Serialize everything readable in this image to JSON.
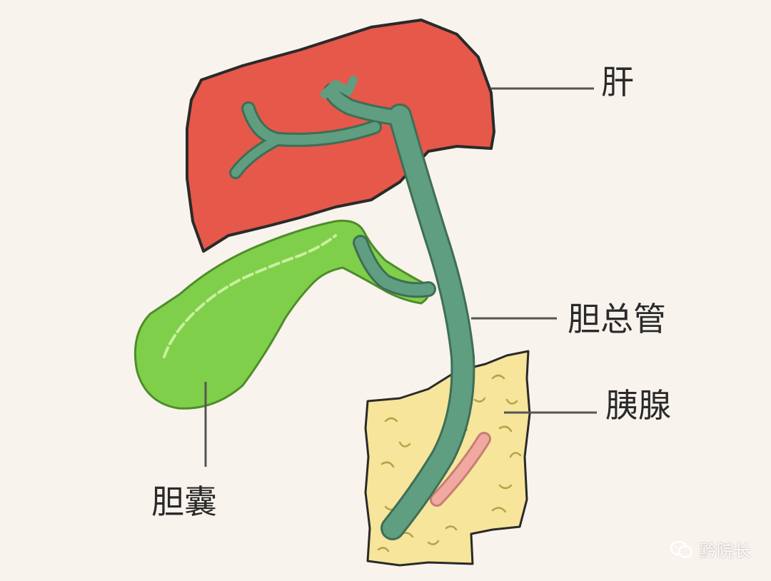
{
  "labels": {
    "liver": "肝",
    "common_bile_duct": "胆总管",
    "pancreas": "胰腺",
    "gallbladder": "胆囊"
  },
  "watermark": {
    "text": "黔院长",
    "icon": "wechat-icon"
  },
  "colors": {
    "background": "#f8f3ec",
    "liver": "#e5584a",
    "gallbladder": "#7fcf4a",
    "bile_duct": "#5f9e80",
    "pancreas": "#f6e59a",
    "pancreatic_duct": "#f0a8a0",
    "outline": "#2a2a2a",
    "leader_line": "#555555"
  }
}
